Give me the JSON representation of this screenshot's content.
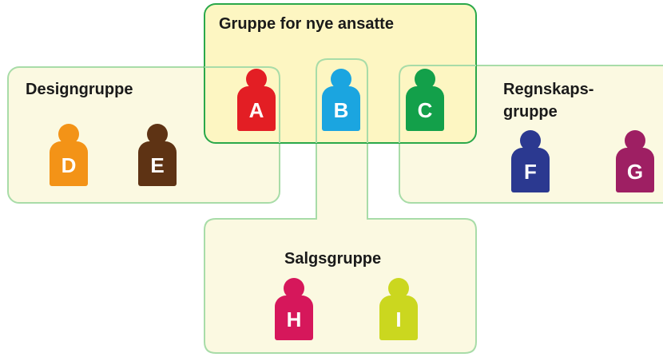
{
  "groups": {
    "new_employees": {
      "label": "Gruppe for nye ansatte"
    },
    "design": {
      "label": "Designgruppe"
    },
    "accounting": {
      "label_line1": "Regnskaps-",
      "label_line2": "gruppe"
    },
    "sales": {
      "label": "Salgsgruppe"
    }
  },
  "colors": {
    "box_fill": "#fbf9e1",
    "overlap_fill": "#fdf6c2",
    "outline_light": "#a8dca8",
    "outline_dark": "#2aa84a"
  },
  "persons": [
    {
      "letter": "A",
      "color": "#e31e24"
    },
    {
      "letter": "B",
      "color": "#1ba5e0"
    },
    {
      "letter": "C",
      "color": "#13a04a"
    },
    {
      "letter": "D",
      "color": "#f39317"
    },
    {
      "letter": "E",
      "color": "#5e3314"
    },
    {
      "letter": "F",
      "color": "#2b3990"
    },
    {
      "letter": "G",
      "color": "#9e1f63"
    },
    {
      "letter": "H",
      "color": "#d6175b"
    },
    {
      "letter": "I",
      "color": "#cbd71f"
    }
  ]
}
